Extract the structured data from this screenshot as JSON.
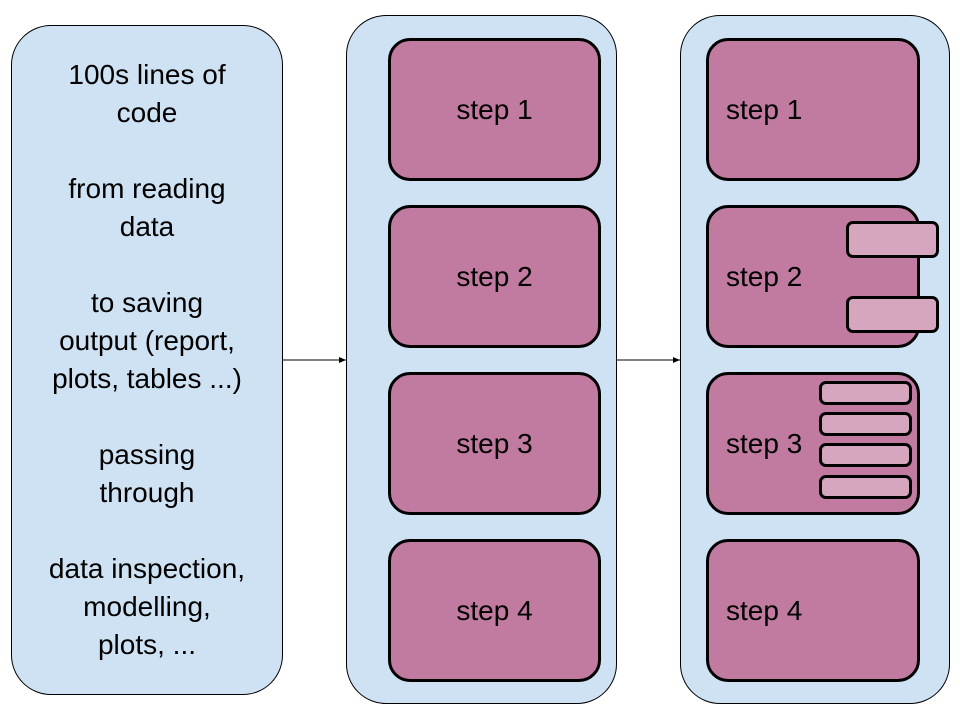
{
  "colors": {
    "panel": "#cfe2f3",
    "step": "#c27ba0",
    "substep": "#d5a6bd",
    "border": "#000000"
  },
  "left_panel": {
    "paragraphs": [
      {
        "lines": [
          "100s lines of",
          "code"
        ]
      },
      {
        "lines": [
          "from reading",
          "data"
        ]
      },
      {
        "lines": [
          "to saving",
          "output (report,",
          "plots, tables ...)"
        ]
      },
      {
        "lines": [
          "passing",
          "through"
        ]
      },
      {
        "lines": [
          "data inspection,",
          "modelling,",
          "plots, ..."
        ]
      }
    ]
  },
  "middle_panel": {
    "steps": [
      {
        "label": "step 1"
      },
      {
        "label": "step 2"
      },
      {
        "label": "step 3"
      },
      {
        "label": "step 4"
      }
    ]
  },
  "right_panel": {
    "steps": [
      {
        "label": "step 1",
        "substeps": 0
      },
      {
        "label": "step 2",
        "substeps": 2
      },
      {
        "label": "step 3",
        "substeps": 4
      },
      {
        "label": "step 4",
        "substeps": 0
      }
    ]
  }
}
